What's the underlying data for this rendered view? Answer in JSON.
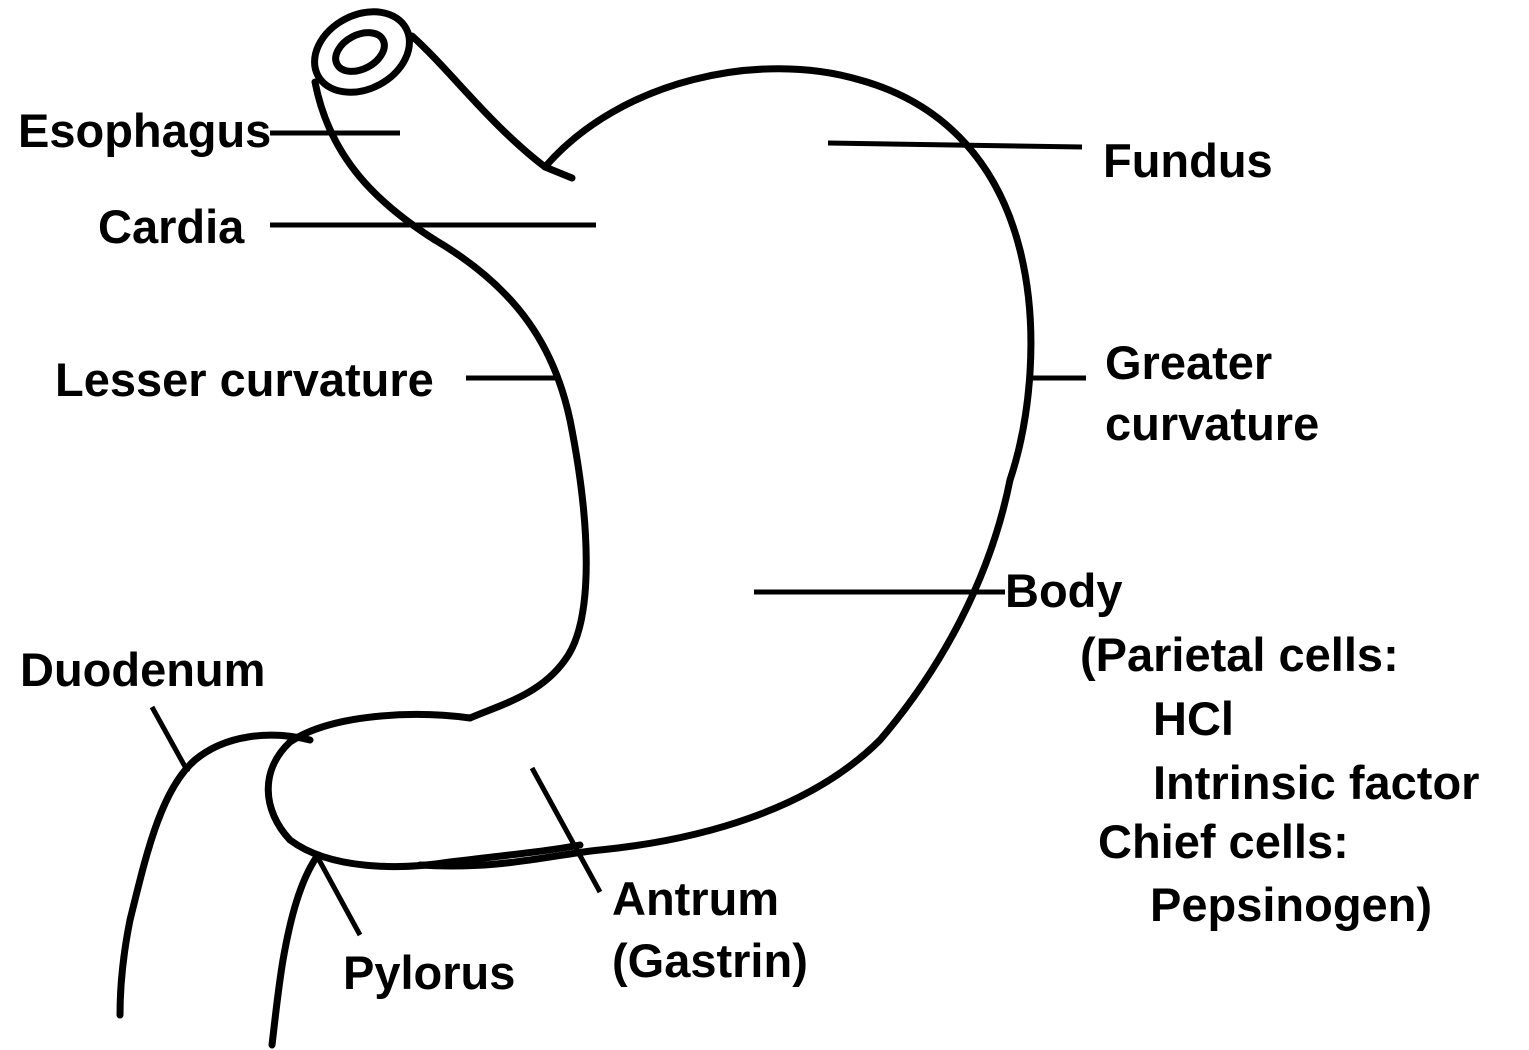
{
  "labels": {
    "esophagus": "Esophagus",
    "cardia": "Cardia",
    "fundus": "Fundus",
    "lesser_curvature": "Lesser curvature",
    "greater_curvature_line1": "Greater",
    "greater_curvature_line2": "curvature",
    "body": "Body",
    "body_notes": [
      "(Parietal cells:",
      "HCl",
      "Intrinsic factor",
      "Chief cells:",
      "Pepsinogen)"
    ],
    "duodenum": "Duodenum",
    "antrum": "Antrum",
    "antrum_note": "(Gastrin)",
    "pylorus": "Pylorus"
  }
}
